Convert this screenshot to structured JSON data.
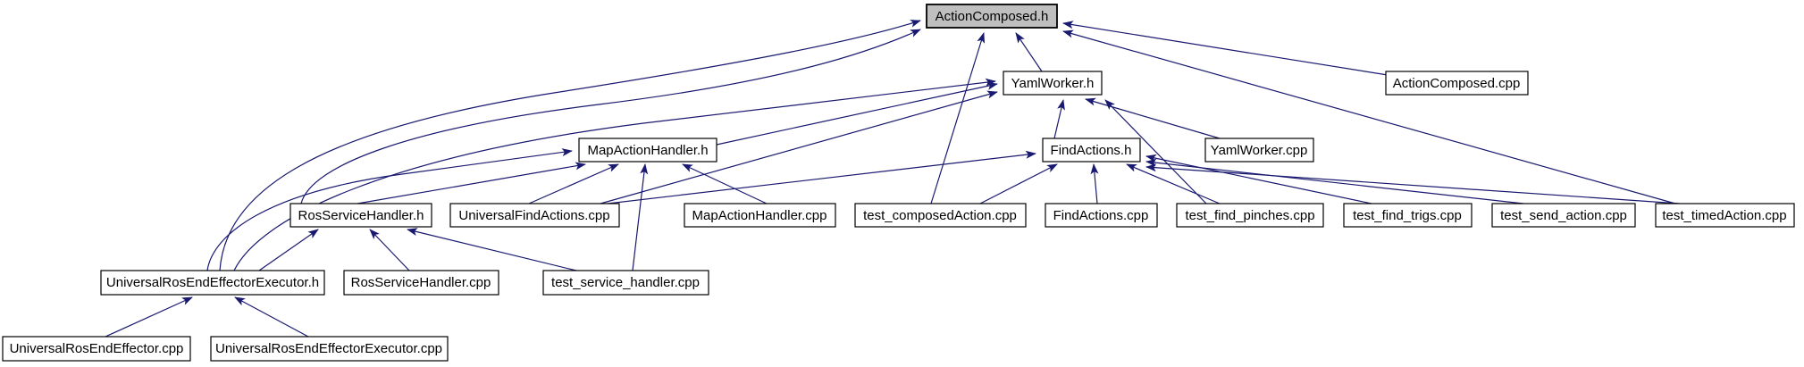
{
  "diagram": {
    "type": "include-dependency-graph",
    "highlighted_node": "ActionComposed.h",
    "colors": {
      "edge": "#191970",
      "node_fill": "#ffffff",
      "node_border": "#000000",
      "highlight_fill": "#bfbfbf",
      "label": "#000000",
      "background": "#ffffff"
    },
    "nodes": [
      {
        "label": "ActionComposed.h",
        "highlighted": true
      },
      {
        "label": "YamlWorker.h",
        "highlighted": false
      },
      {
        "label": "ActionComposed.cpp",
        "highlighted": false
      },
      {
        "label": "MapActionHandler.h",
        "highlighted": false
      },
      {
        "label": "FindActions.h",
        "highlighted": false
      },
      {
        "label": "YamlWorker.cpp",
        "highlighted": false
      },
      {
        "label": "RosServiceHandler.h",
        "highlighted": false
      },
      {
        "label": "UniversalFindActions.cpp",
        "highlighted": false
      },
      {
        "label": "MapActionHandler.cpp",
        "highlighted": false
      },
      {
        "label": "test_composedAction.cpp",
        "highlighted": false
      },
      {
        "label": "FindActions.cpp",
        "highlighted": false
      },
      {
        "label": "test_find_pinches.cpp",
        "highlighted": false
      },
      {
        "label": "test_find_trigs.cpp",
        "highlighted": false
      },
      {
        "label": "test_send_action.cpp",
        "highlighted": false
      },
      {
        "label": "test_timedAction.cpp",
        "highlighted": false
      },
      {
        "label": "UniversalRosEndEffectorExecutor.h",
        "highlighted": false
      },
      {
        "label": "RosServiceHandler.cpp",
        "highlighted": false
      },
      {
        "label": "test_service_handler.cpp",
        "highlighted": false
      },
      {
        "label": "UniversalRosEndEffector.cpp",
        "highlighted": false
      },
      {
        "label": "UniversalRosEndEffectorExecutor.cpp",
        "highlighted": false
      }
    ],
    "edges": [
      {
        "from": "YamlWorker.h",
        "to": "ActionComposed.h"
      },
      {
        "from": "test_composedAction.cpp",
        "to": "ActionComposed.h"
      },
      {
        "from": "ActionComposed.cpp",
        "to": "ActionComposed.h"
      },
      {
        "from": "test_timedAction.cpp",
        "to": "ActionComposed.h"
      },
      {
        "from": "UniversalRosEndEffectorExecutor.h",
        "to": "ActionComposed.h"
      },
      {
        "from": "RosServiceHandler.h",
        "to": "ActionComposed.h"
      },
      {
        "from": "MapActionHandler.h",
        "to": "YamlWorker.h"
      },
      {
        "from": "UniversalFindActions.cpp",
        "to": "YamlWorker.h"
      },
      {
        "from": "UniversalRosEndEffectorExecutor.h",
        "to": "YamlWorker.h"
      },
      {
        "from": "FindActions.h",
        "to": "YamlWorker.h"
      },
      {
        "from": "YamlWorker.cpp",
        "to": "YamlWorker.h"
      },
      {
        "from": "test_find_pinches.cpp",
        "to": "YamlWorker.h"
      },
      {
        "from": "UniversalRosEndEffectorExecutor.h",
        "to": "MapActionHandler.h"
      },
      {
        "from": "RosServiceHandler.h",
        "to": "MapActionHandler.h"
      },
      {
        "from": "UniversalFindActions.cpp",
        "to": "MapActionHandler.h"
      },
      {
        "from": "test_service_handler.cpp",
        "to": "MapActionHandler.h"
      },
      {
        "from": "MapActionHandler.cpp",
        "to": "MapActionHandler.h"
      },
      {
        "from": "UniversalFindActions.cpp",
        "to": "FindActions.h"
      },
      {
        "from": "test_composedAction.cpp",
        "to": "FindActions.h"
      },
      {
        "from": "FindActions.cpp",
        "to": "FindActions.h"
      },
      {
        "from": "test_find_pinches.cpp",
        "to": "FindActions.h"
      },
      {
        "from": "test_find_trigs.cpp",
        "to": "FindActions.h"
      },
      {
        "from": "test_send_action.cpp",
        "to": "FindActions.h"
      },
      {
        "from": "test_timedAction.cpp",
        "to": "FindActions.h"
      },
      {
        "from": "UniversalRosEndEffectorExecutor.h",
        "to": "RosServiceHandler.h"
      },
      {
        "from": "RosServiceHandler.cpp",
        "to": "RosServiceHandler.h"
      },
      {
        "from": "test_service_handler.cpp",
        "to": "RosServiceHandler.h"
      },
      {
        "from": "UniversalRosEndEffector.cpp",
        "to": "UniversalRosEndEffectorExecutor.h"
      },
      {
        "from": "UniversalRosEndEffectorExecutor.cpp",
        "to": "UniversalRosEndEffectorExecutor.h"
      }
    ]
  }
}
